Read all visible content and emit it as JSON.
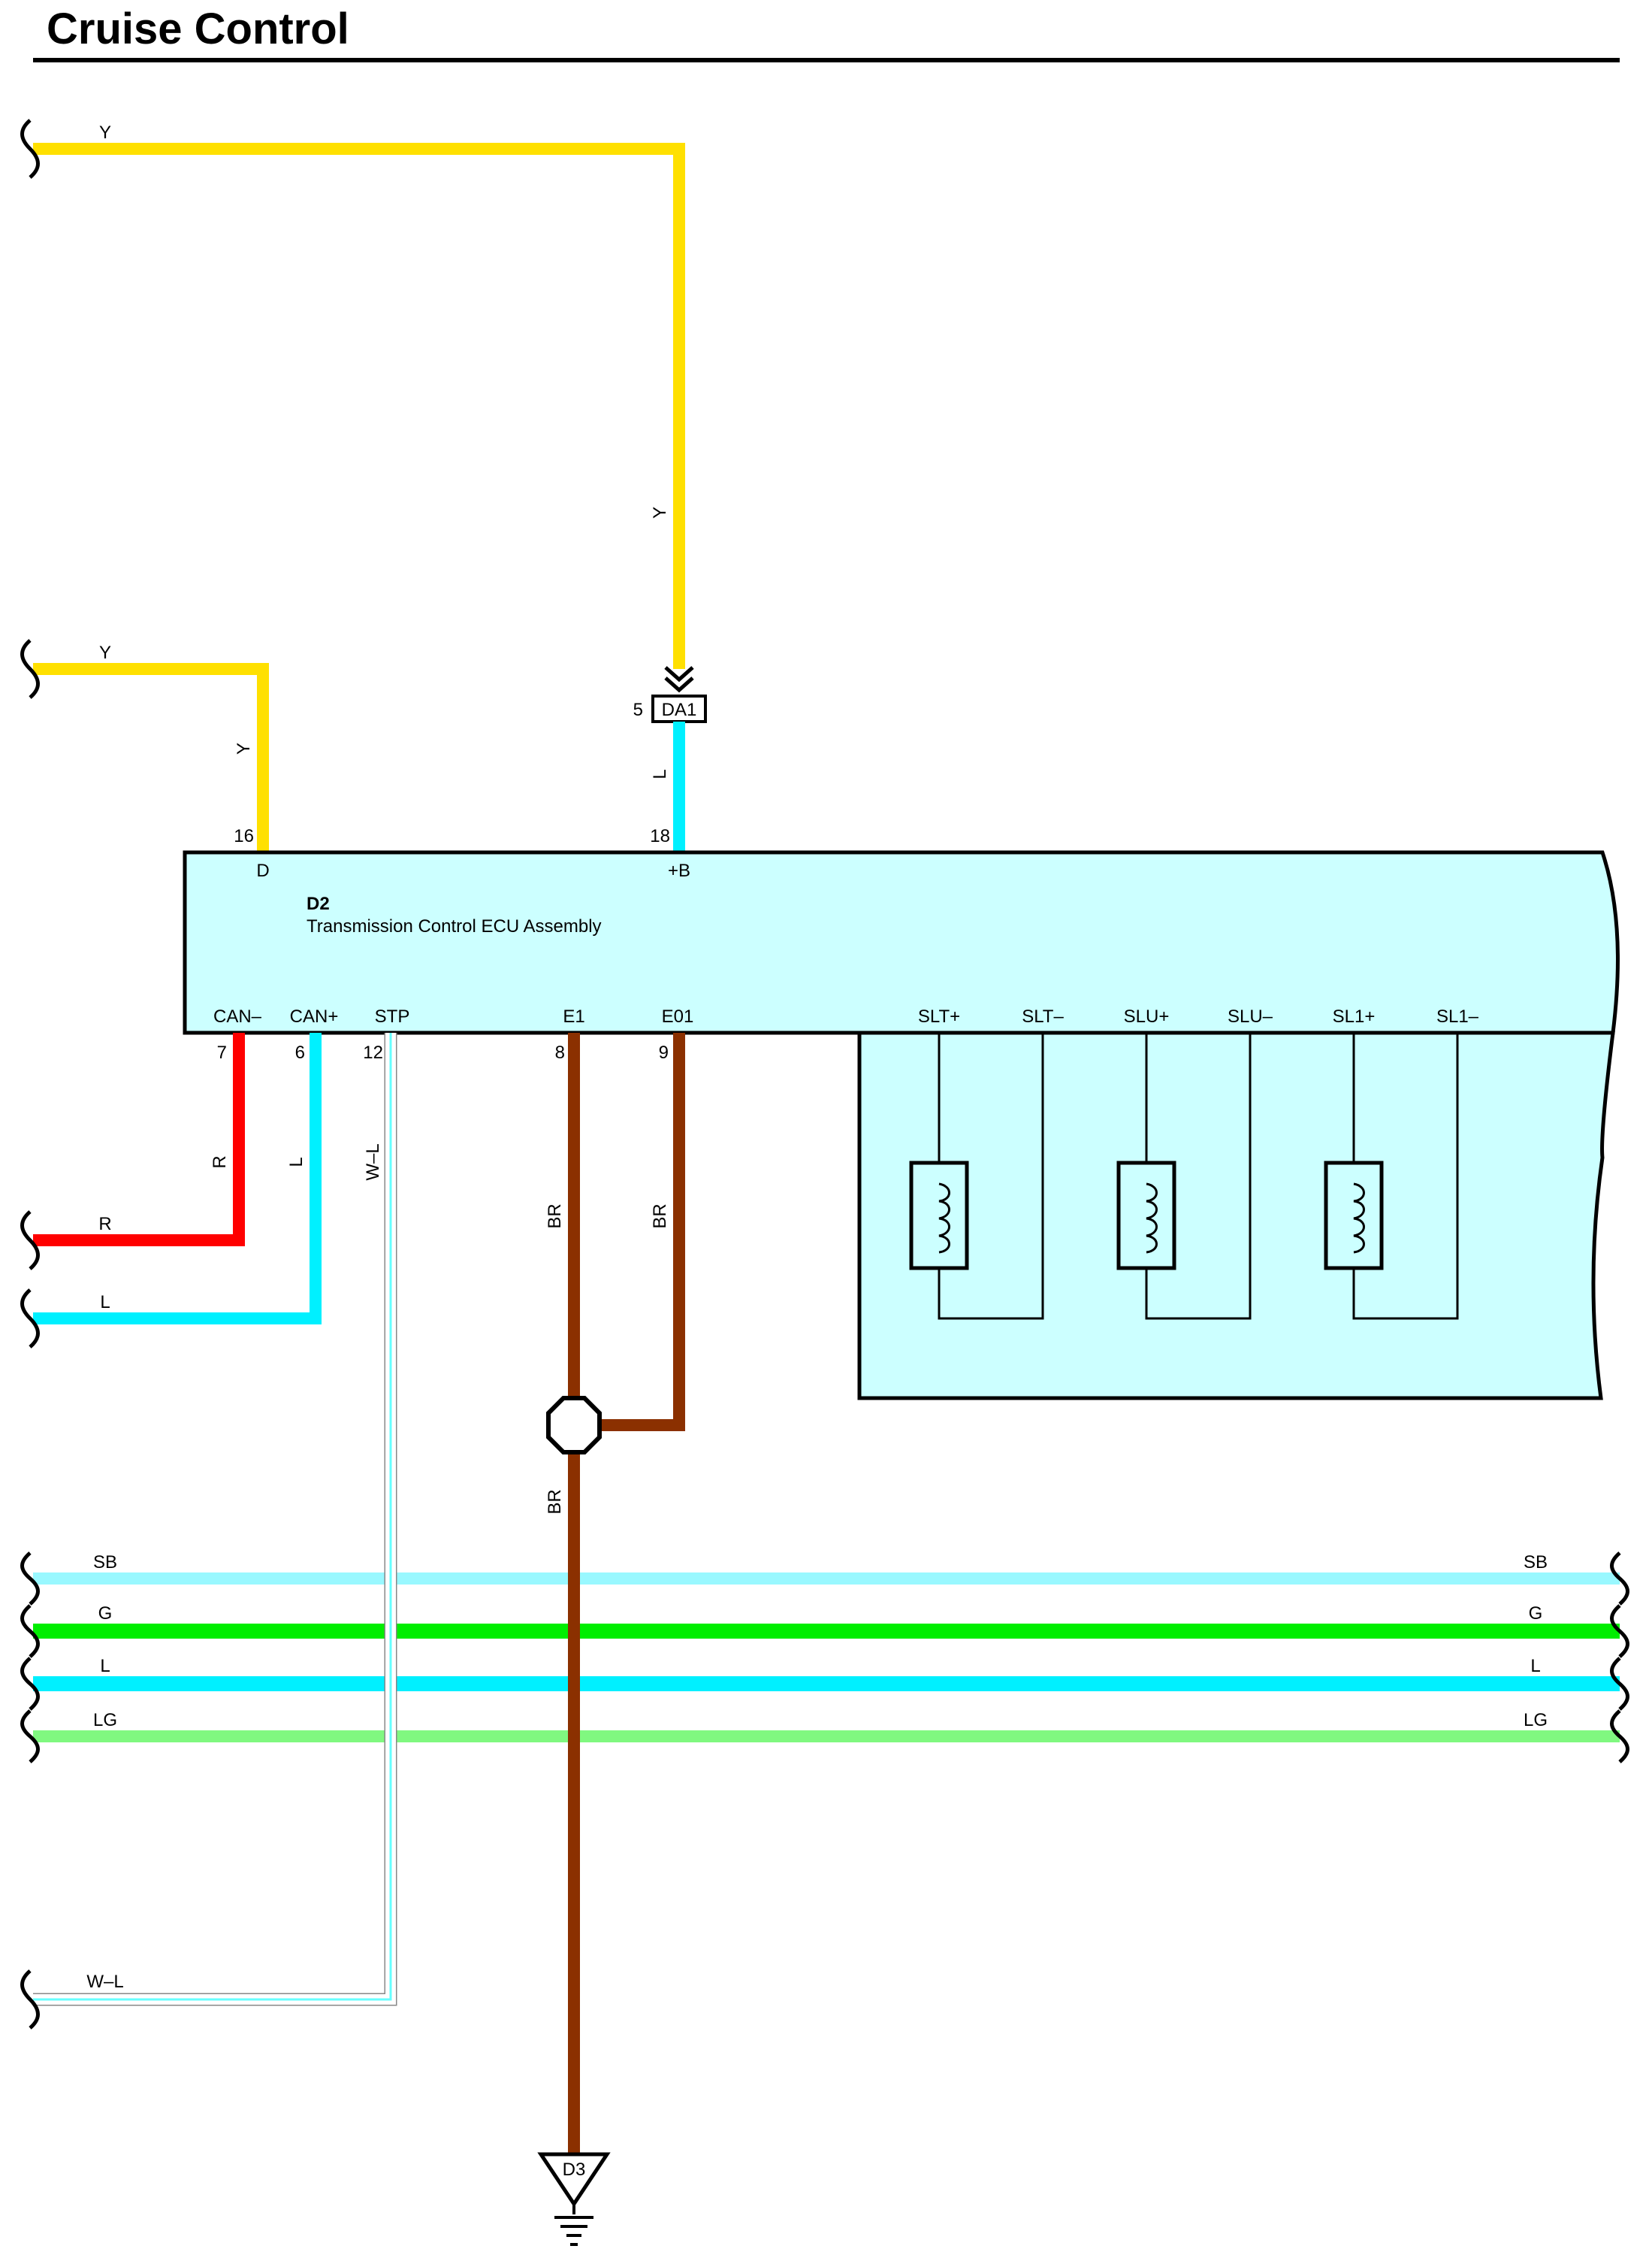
{
  "page": {
    "title": "Cruise Control"
  },
  "colors": {
    "Y": "#ffe000",
    "L": "#00f0ff",
    "R": "#ff0000",
    "BR": "#8b3000",
    "SB": "#99f8ff",
    "G": "#00ee00",
    "LG": "#80f880",
    "W-L": "#ffffff",
    "ecu_fill": "#ccffff"
  },
  "ecu": {
    "id": "D2",
    "name": "Transmission Control ECU Assembly",
    "terminals": {
      "d": {
        "label": "D",
        "pin": "16"
      },
      "b": {
        "label": "+B",
        "pin": "18"
      },
      "can_minus": {
        "label": "CAN–",
        "pin": "7"
      },
      "can_plus": {
        "label": "CAN+",
        "pin": "6"
      },
      "stp": {
        "label": "STP",
        "pin": "12"
      },
      "e1": {
        "label": "E1",
        "pin": "8"
      },
      "e01": {
        "label": "E01",
        "pin": "9"
      },
      "slt_plus": {
        "label": "SLT+"
      },
      "slt_minus": {
        "label": "SLT–"
      },
      "slu_plus": {
        "label": "SLU+"
      },
      "slu_minus": {
        "label": "SLU–"
      },
      "sl1_plus": {
        "label": "SL1+"
      },
      "sl1_minus": {
        "label": "SL1–"
      }
    }
  },
  "connector_da1": {
    "id": "DA1",
    "pin": "5"
  },
  "ground": {
    "id": "D3"
  },
  "wires": {
    "y_top": "Y",
    "y_vertical": "Y",
    "l_da1": "L",
    "y_d": "Y",
    "y_d_vertical": "Y",
    "r_can_vertical": "R",
    "r_can": "R",
    "l_can_vertical": "L",
    "l_can": "L",
    "wl_stp_vertical": "W–L",
    "wl_stp": "W–L",
    "br_e1": "BR",
    "br_e01": "BR",
    "br_ground": "BR",
    "sb_left": "SB",
    "sb_right": "SB",
    "g_left": "G",
    "g_right": "G",
    "l_left": "L",
    "l_right": "L",
    "lg_left": "LG",
    "lg_right": "LG"
  }
}
